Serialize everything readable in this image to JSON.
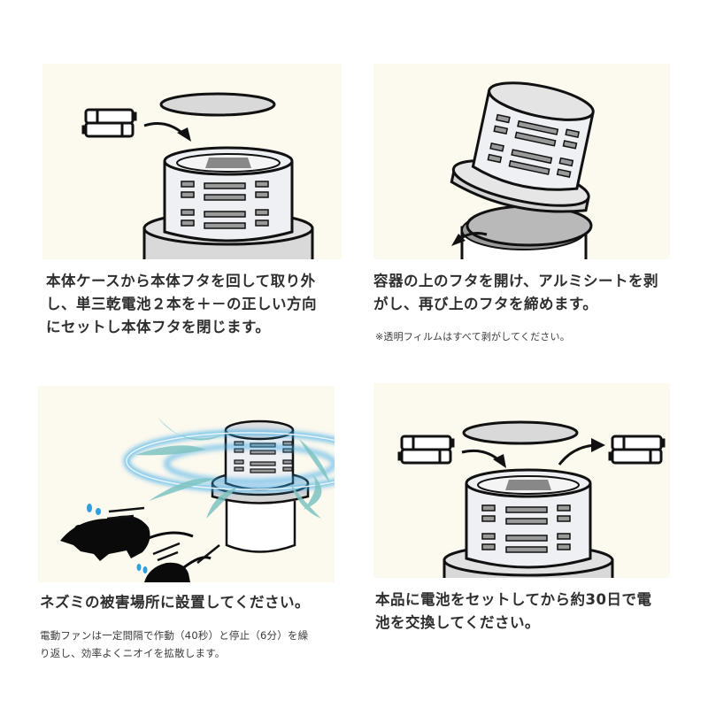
{
  "colors": {
    "panel_bg": "#fcf9ef",
    "outline": "#111111",
    "device_body": "#eef0f3",
    "device_slot": "#9a9a9a",
    "disc": "#d9d9d9",
    "wind_teal": "#7ec4c2",
    "wind_blue_glow": "#3aa9e6",
    "mouse": "#0a0a0a",
    "sweat_drop": "#2ea0e0"
  },
  "steps": [
    {
      "illustration": "insert-batteries-into-base",
      "caption": "本体ケースから本体フタを回して取り外し、単三乾電池２本を＋－の正しい方向にセットし本体フタを閉じます。",
      "caption_lines": [
        "本体ケースから本体フタを回して取り外",
        "し、単三乾電池２本を＋－の正しい方向",
        "にセットし本体フタを閉じます。"
      ]
    },
    {
      "illustration": "open-lid-peel-aluminum-sheet",
      "caption": "容器の上のフタを開け、アルミシートを剥がし、再び上のフタを締めます。",
      "caption_lines": [
        "容器の上のフタを開け、アルミシートを剥",
        "がし、再び上のフタを締めます。"
      ],
      "note": "※透明フィルムはすべて剥がしてください。"
    },
    {
      "illustration": "fan-diffusing-scent-mice-fleeing",
      "caption": "ネズミの被害場所に設置してください。",
      "caption_lines": [
        "ネズミの被害場所に設置してください。"
      ],
      "note": "電動ファンは一定間隔で作動（40秒）と停止（6分）を繰り返し、効率よくニオイを拡散します。",
      "note_lines": [
        "電動ファンは一定間隔で作動（40秒）と停止（6分）を繰",
        "り返し、効率よくニオイを拡散します。"
      ]
    },
    {
      "illustration": "replace-batteries-after-30-days",
      "caption": "本品に電池をセットしてから約30日で電池を交換してください。",
      "caption_lines": [
        "本品に電池をセットしてから約30日で電",
        "池を交換してください。"
      ]
    }
  ]
}
